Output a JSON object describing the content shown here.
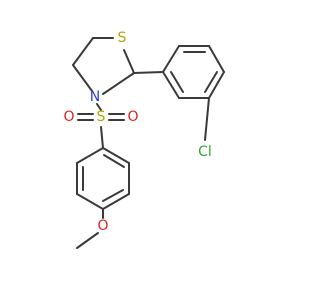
{
  "molecule": {
    "atoms": {
      "sulfur_ring": "S",
      "nitrogen": "N",
      "sulfur_sulfonyl": "S",
      "oxygen_left": "O",
      "oxygen_right": "O",
      "chlorine": "Cl",
      "oxygen_methoxy": "O"
    },
    "colors": {
      "bond": "#3a3a3a",
      "sulfur": "#b8a300",
      "nitrogen": "#2f3fd6",
      "oxygen": "#e02020",
      "chlorine": "#2fa82f"
    }
  }
}
